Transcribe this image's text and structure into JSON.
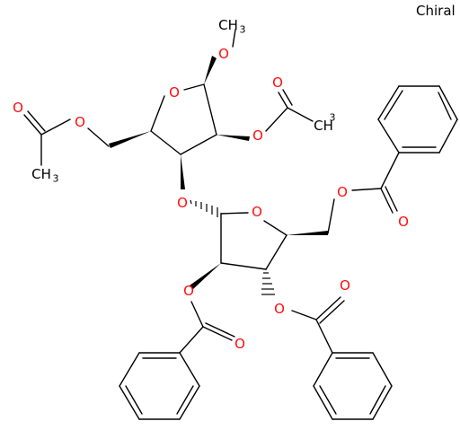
{
  "flag": "Chiral",
  "colors": {
    "oxygen": "#ff0d0d",
    "carbon": "#000000",
    "background": "#ffffff"
  },
  "methyl_label": "CH",
  "methyl_sub": "3",
  "oxygen_label": "O"
}
